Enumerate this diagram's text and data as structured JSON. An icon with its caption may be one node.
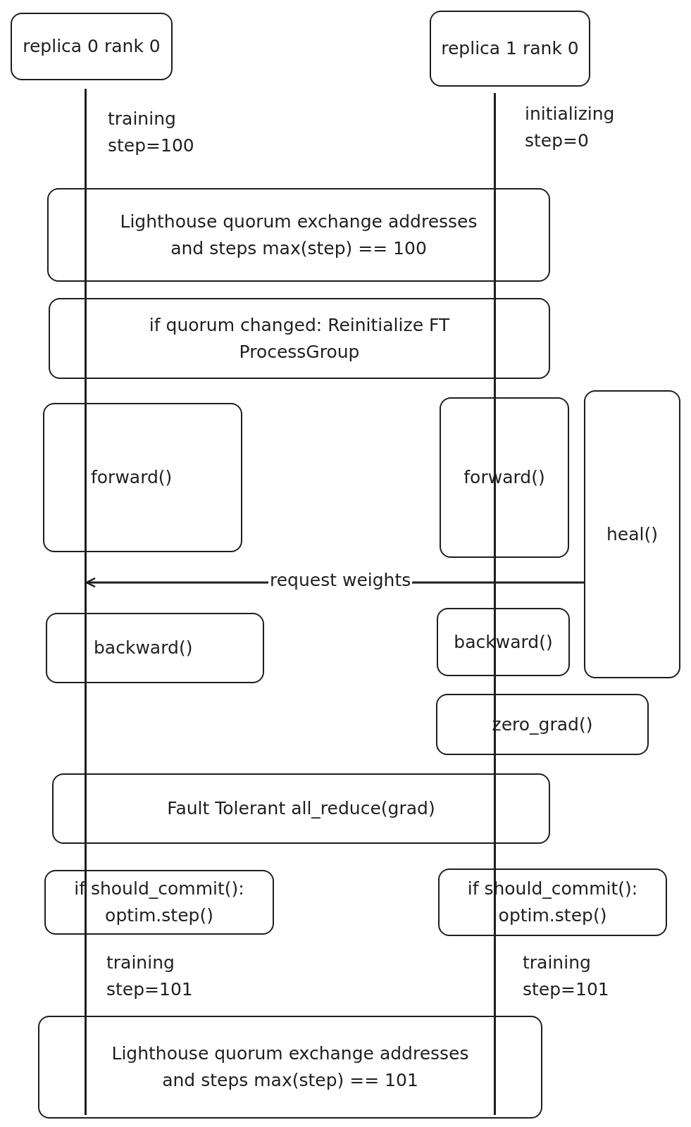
{
  "diagram": {
    "nodes": [
      {
        "text": [
          "replica 0 rank 0"
        ]
      },
      {
        "text": [
          "replica 1 rank 0"
        ]
      },
      {
        "text": [
          "Lighthouse quorum exchange addresses and steps max(step) == 100"
        ]
      },
      {
        "text": [
          "if quorum changed: Reinitialize FT ProcessGroup"
        ]
      },
      {
        "text": [
          "forward()"
        ]
      },
      {
        "text": [
          "forward()"
        ]
      },
      {
        "text": [
          "heal()"
        ]
      },
      {
        "text": [
          "backward()"
        ]
      },
      {
        "text": [
          "backward()"
        ]
      },
      {
        "text": [
          "zero_grad()"
        ]
      },
      {
        "text": [
          "Fault Tolerant all_reduce(grad)"
        ]
      },
      {
        "text": [
          "if should_commit(): optim.step()"
        ]
      },
      {
        "text": [
          "if should_commit(): optim.step()"
        ]
      },
      {
        "text": [
          "Lighthouse quorum exchange addresses and steps max(step) == 101"
        ]
      },
      {
        "text": [],
        "shape": "bar"
      },
      {
        "text": [],
        "shape": "bar"
      }
    ],
    "edges": [
      {
        "from": 6,
        "to": 14,
        "arrow": "to",
        "label": "request weights"
      }
    ],
    "labels": [
      "training step=100",
      "initializing step=0",
      "training step=101",
      "training step=101"
    ]
  }
}
